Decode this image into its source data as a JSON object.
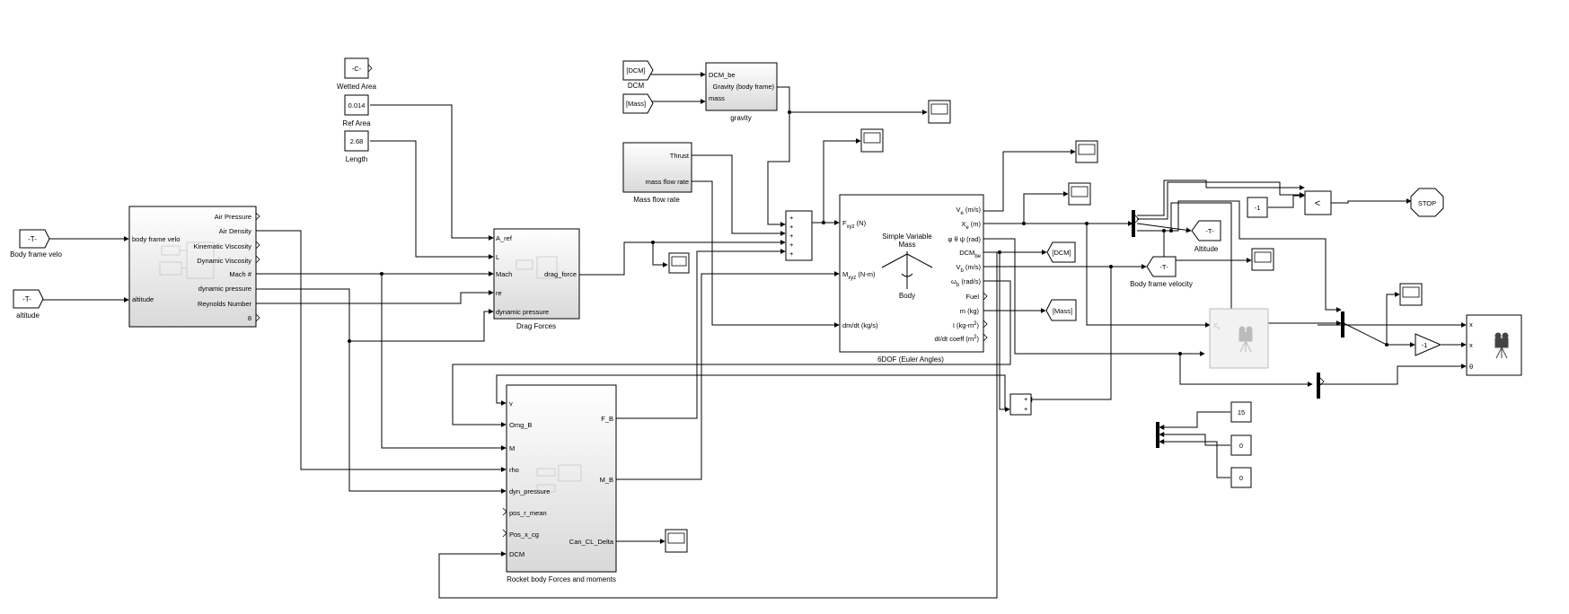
{
  "blocks": {
    "from_body_vel": {
      "text": "-T-",
      "caption": "Body frame velo"
    },
    "from_altitude": {
      "text": "-T-",
      "caption": "altitude"
    },
    "wetted_area": {
      "text": "-C-",
      "caption": "Wetted Area"
    },
    "ref_area": {
      "text": "0.014",
      "caption": "Ref Area"
    },
    "length": {
      "text": "2.68",
      "caption": "Length"
    },
    "dcm_from": {
      "text": "[DCM]",
      "caption": "DCM"
    },
    "mass_from": {
      "text": "[Mass]"
    },
    "gravity": {
      "in1": "DCM_be",
      "in2": "mass",
      "title": "Gravity (body frame)",
      "caption": "gravity"
    },
    "mass_flow": {
      "out1": "Thrust",
      "out2": "mass flow rate",
      "caption": "Mass flow rate"
    },
    "atmos": {
      "in1": "body frame velo",
      "in2": "altitude",
      "outs": [
        "Air Pressure",
        "Air Density",
        "Kinematic Viscosity",
        "Dynamic Viscosity",
        "Mach #",
        "dynamic pressure",
        "Reynolds Number",
        "8"
      ]
    },
    "drag": {
      "ins": [
        "A_ref",
        "L",
        "Mach",
        "re",
        "dynamic pressure"
      ],
      "out": "drag_force",
      "caption": "Drag Forces"
    },
    "sixdof": {
      "in1": "F",
      "in1_sub": "xyz",
      "in1_unit": " (N)",
      "in2": "M",
      "in2_sub": "xyz",
      "in2_unit": " (N-m)",
      "in3": "dm/dt (kg/s)",
      "outs": [
        "V",
        "X",
        "φ θ ψ (rad)",
        "DCM",
        "V",
        "ω",
        "Fuel",
        "m (kg)",
        "I (kg-m",
        "dI/dt coeff (m"
      ],
      "out_subs": [
        "e",
        "e",
        "",
        "be",
        "b",
        "b",
        "",
        "",
        "",
        ""
      ],
      "out_units": [
        " (m/s)",
        " (m)",
        "",
        "",
        " (m/s)",
        " (rad/s)",
        "",
        "",
        "2",
        "2"
      ],
      "center1": "Simple Variable",
      "center2": "Mass",
      "center3": "Body",
      "caption": "6DOF (Euler Angles)"
    },
    "goto_dcm": {
      "text": "[DCM]"
    },
    "goto_mass": {
      "text": "[Mass]"
    },
    "goto_altitude": {
      "text": "-T-",
      "caption": "Altitude"
    },
    "goto_body_vel": {
      "text": "-T-",
      "caption": "Body frame velocity"
    },
    "const_m1": {
      "text": "-1"
    },
    "compare": {
      "text": "<"
    },
    "stop": {
      "text": "STOP"
    },
    "gain": {
      "text": "-1"
    },
    "rocket": {
      "ins": [
        "v",
        "Omg_B",
        "M",
        "rho",
        "dyn_pressure",
        "pos_r_mean",
        "Pos_x_cg",
        "DCM"
      ],
      "outs": [
        "F_B",
        "M_B",
        "Can_CL_Delta"
      ],
      "caption": "Rocket body Forces and moments"
    },
    "const15": {
      "text": "15"
    },
    "const0a": {
      "text": "0"
    },
    "const0b": {
      "text": "0"
    },
    "vis_x": {
      "text": "X"
    },
    "vis_sub": {
      "text": "e"
    },
    "anim_lbl1": {
      "text": "x"
    },
    "anim_lbl2": {
      "text": "x"
    },
    "anim_lbl3": {
      "text": "θ"
    },
    "sum_signs": [
      "+",
      "+",
      "+",
      "+",
      "+"
    ],
    "sum2_signs": [
      "+",
      "+"
    ]
  }
}
